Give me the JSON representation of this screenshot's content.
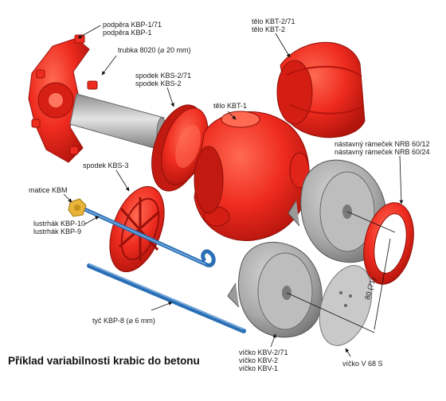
{
  "caption": "Příklad variabilnosti krabic do betonu",
  "labels": {
    "podpera": [
      "podpěra KBP-1/71",
      "podpěra KBP-1"
    ],
    "trubka": "trubka 8020 (⌀ 20 mm)",
    "spodek_kbs2": [
      "spodek KBS-2/71",
      "spodek KBS-2"
    ],
    "telo_kbt2": [
      "tělo KBT-2/71",
      "tělo KBT-2"
    ],
    "telo_kbt1": "tělo KBT-1",
    "spodek_kbs3": "spodek KBS-3",
    "matice": "matice KBM",
    "lustrhak": [
      "lustrhák KBP-10",
      "lustrhák KBP-9"
    ],
    "ramecek": [
      "nástavný rámeček NRB 60/12",
      "nástavný rámeček NRB 60/24"
    ],
    "tyc": "tyč KBP-8 (⌀ 6 mm)",
    "vicko_kbv": [
      "víčko KBV-2/71",
      "víčko KBV-2",
      "víčko KBV-1"
    ],
    "vicko_v68": "víčko V 68 S",
    "dimension": "80 (71)"
  },
  "colors": {
    "red": "#ee2b1f",
    "red_dark": "#b3140c",
    "grey": "#a9a9a9",
    "grey_dark": "#6f6f6f",
    "blue": "#2a6fb5",
    "yellow": "#e8b43a"
  }
}
